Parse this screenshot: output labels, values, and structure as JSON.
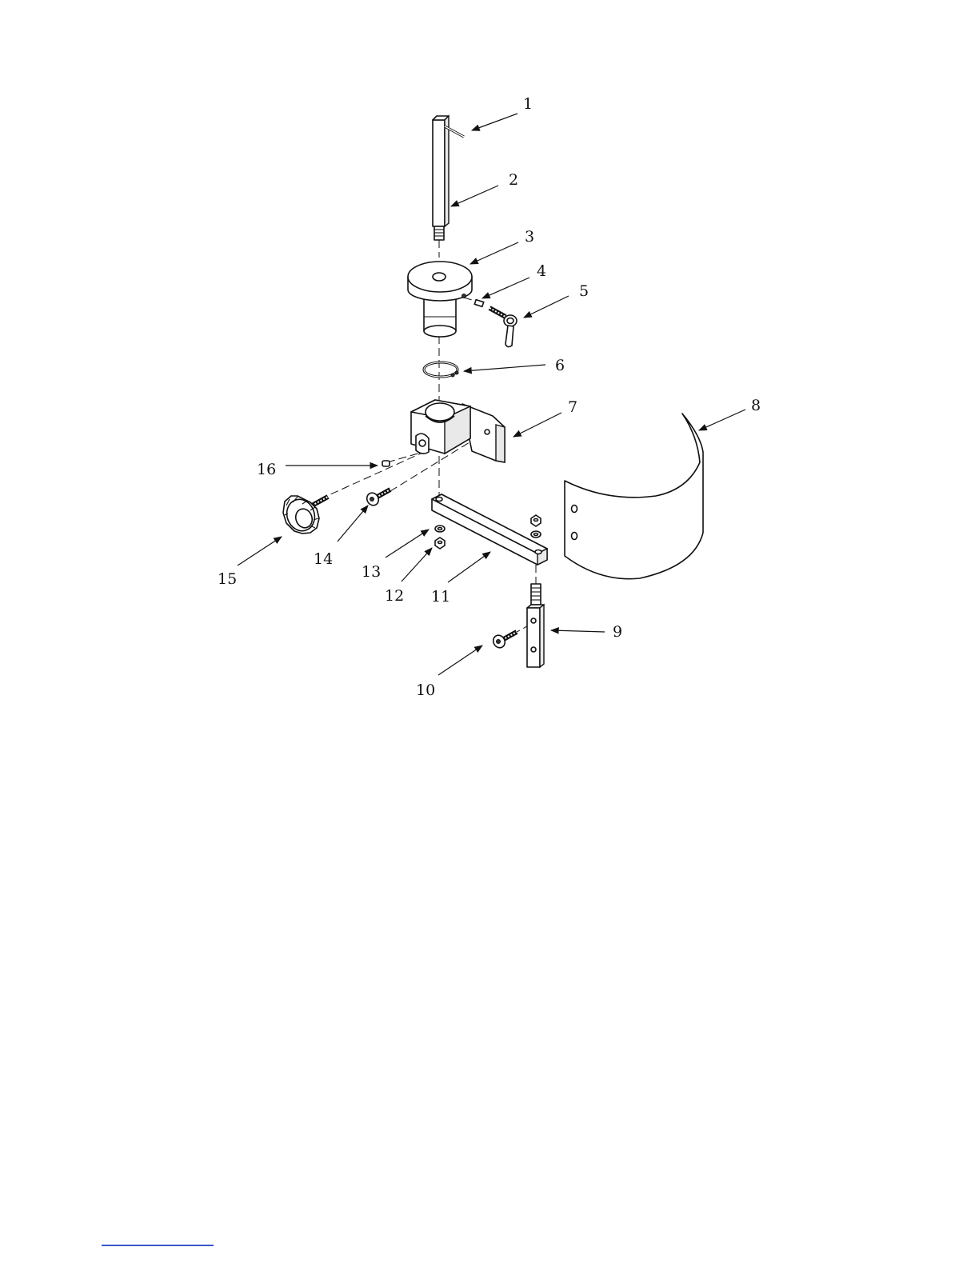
{
  "diagram": {
    "callouts": [
      {
        "id": "c1",
        "label": "1"
      },
      {
        "id": "c2",
        "label": "2"
      },
      {
        "id": "c3",
        "label": "3"
      },
      {
        "id": "c4",
        "label": "4"
      },
      {
        "id": "c5",
        "label": "5"
      },
      {
        "id": "c6",
        "label": "6"
      },
      {
        "id": "c7",
        "label": "7"
      },
      {
        "id": "c8",
        "label": "8"
      },
      {
        "id": "c9",
        "label": "9"
      },
      {
        "id": "c10",
        "label": "10"
      },
      {
        "id": "c11",
        "label": "11"
      },
      {
        "id": "c12",
        "label": "12"
      },
      {
        "id": "c13",
        "label": "13"
      },
      {
        "id": "c14",
        "label": "14"
      },
      {
        "id": "c15",
        "label": "15"
      },
      {
        "id": "c16",
        "label": "16"
      }
    ]
  },
  "colors": {
    "line": "#111111",
    "footer_rule": "#3b57c8"
  }
}
